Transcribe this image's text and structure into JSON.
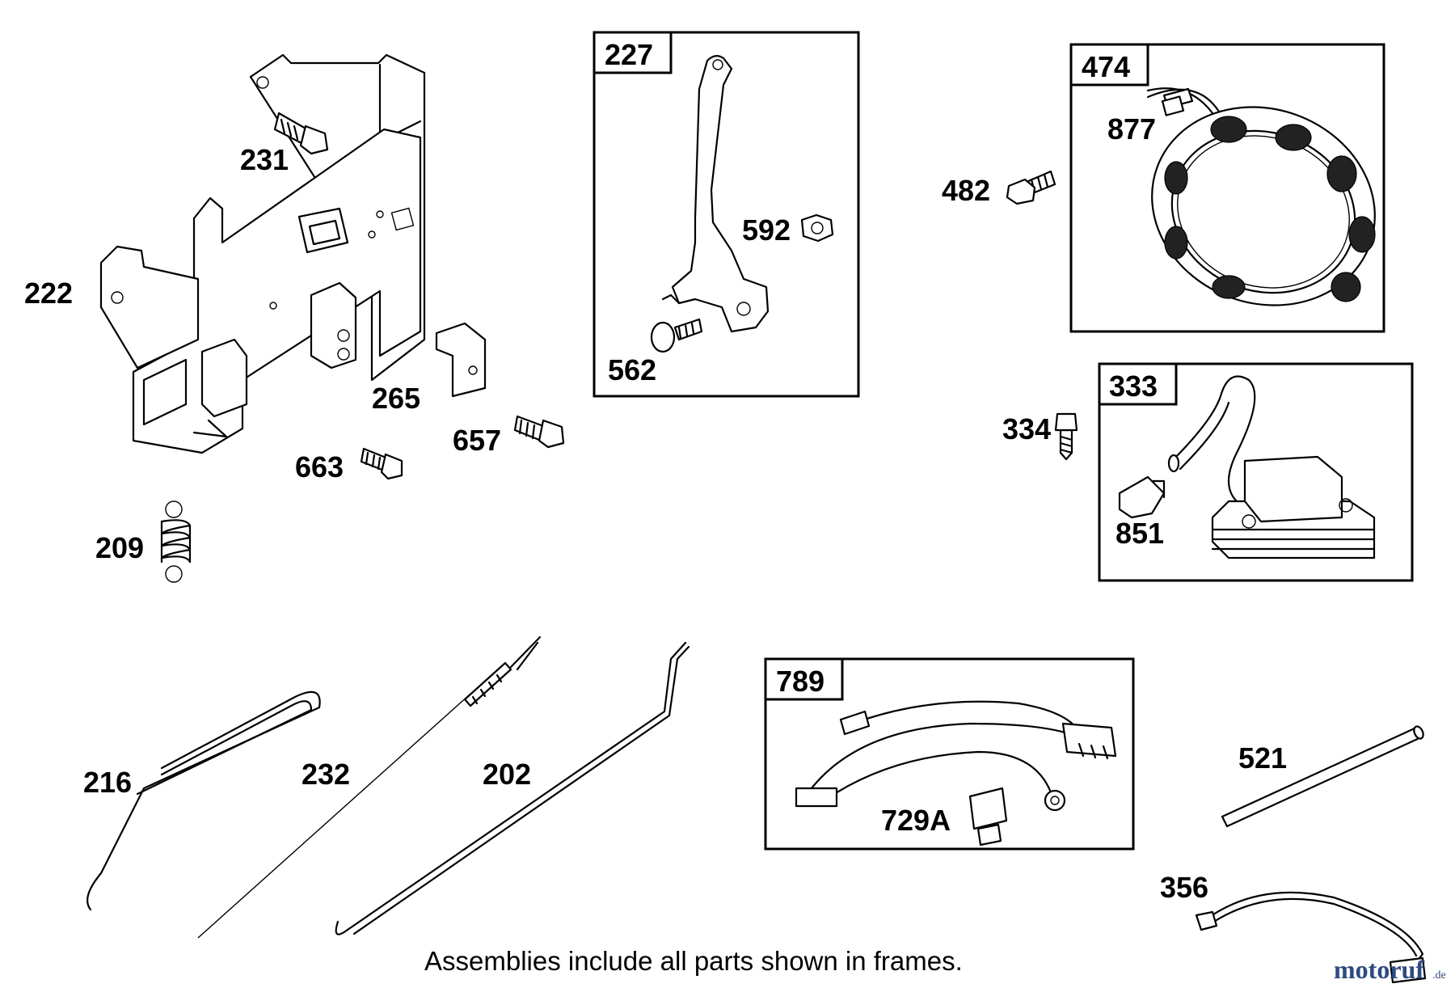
{
  "diagram": {
    "caption": "Assemblies include all parts shown in frames.",
    "watermark": {
      "main": "motoruf",
      "suffix": ".de"
    },
    "colors": {
      "line": "#000000",
      "background": "#ffffff",
      "watermark": "#2a4a8a"
    },
    "frames": [
      {
        "id": "227",
        "label": "227"
      },
      {
        "id": "474",
        "label": "474"
      },
      {
        "id": "333",
        "label": "333"
      },
      {
        "id": "789",
        "label": "789"
      }
    ],
    "callouts": [
      {
        "id": "231",
        "label": "231"
      },
      {
        "id": "222",
        "label": "222"
      },
      {
        "id": "265",
        "label": "265"
      },
      {
        "id": "657",
        "label": "657"
      },
      {
        "id": "663",
        "label": "663"
      },
      {
        "id": "209",
        "label": "209"
      },
      {
        "id": "592",
        "label": "592"
      },
      {
        "id": "562",
        "label": "562"
      },
      {
        "id": "482",
        "label": "482"
      },
      {
        "id": "877",
        "label": "877"
      },
      {
        "id": "334",
        "label": "334"
      },
      {
        "id": "851",
        "label": "851"
      },
      {
        "id": "216",
        "label": "216"
      },
      {
        "id": "232",
        "label": "232"
      },
      {
        "id": "202",
        "label": "202"
      },
      {
        "id": "729A",
        "label": "729A"
      },
      {
        "id": "521",
        "label": "521"
      },
      {
        "id": "356",
        "label": "356"
      }
    ]
  }
}
